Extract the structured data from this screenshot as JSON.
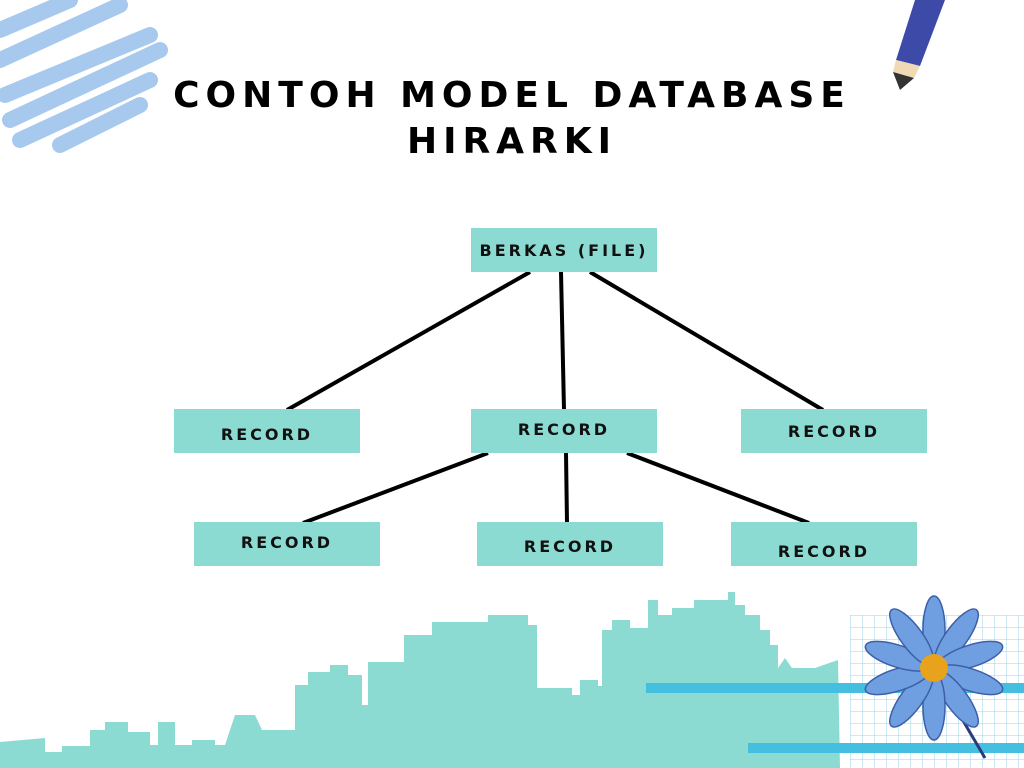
{
  "title": {
    "line1": "CONTOH MODEL DATABASE",
    "line2": "HIRARKI"
  },
  "diagram": {
    "root": {
      "label": "BERKAS (FILE)"
    },
    "level1": [
      {
        "label": "RECORD"
      },
      {
        "label": "RECORD"
      },
      {
        "label": "RECORD"
      }
    ],
    "level2": [
      {
        "label": "RECORD"
      },
      {
        "label": "RECORD"
      },
      {
        "label": "RECORD"
      }
    ],
    "edges": [
      [
        "root",
        "level1.0"
      ],
      [
        "root",
        "level1.1"
      ],
      [
        "root",
        "level1.2"
      ],
      [
        "level1.1",
        "level2.0"
      ],
      [
        "level1.1",
        "level2.1"
      ],
      [
        "level1.1",
        "level2.2"
      ]
    ]
  },
  "colors": {
    "node_fill": "#8cdbd3",
    "edge": "#000000",
    "skyline": "#8cdbd3",
    "scribble": "#a8c9ee",
    "pencil": "#3d4aa8",
    "stripe": "#45bfe0",
    "flower_petal": "#6f9fe0",
    "flower_center": "#e8a21c",
    "grid": "#9ad3ea"
  },
  "decorations": {
    "scribble": "blue-scribble-icon",
    "pencil": "pencil-icon",
    "skyline": "city-skyline-icon",
    "flower": "flower-icon",
    "grid": "grid-paper-icon"
  }
}
